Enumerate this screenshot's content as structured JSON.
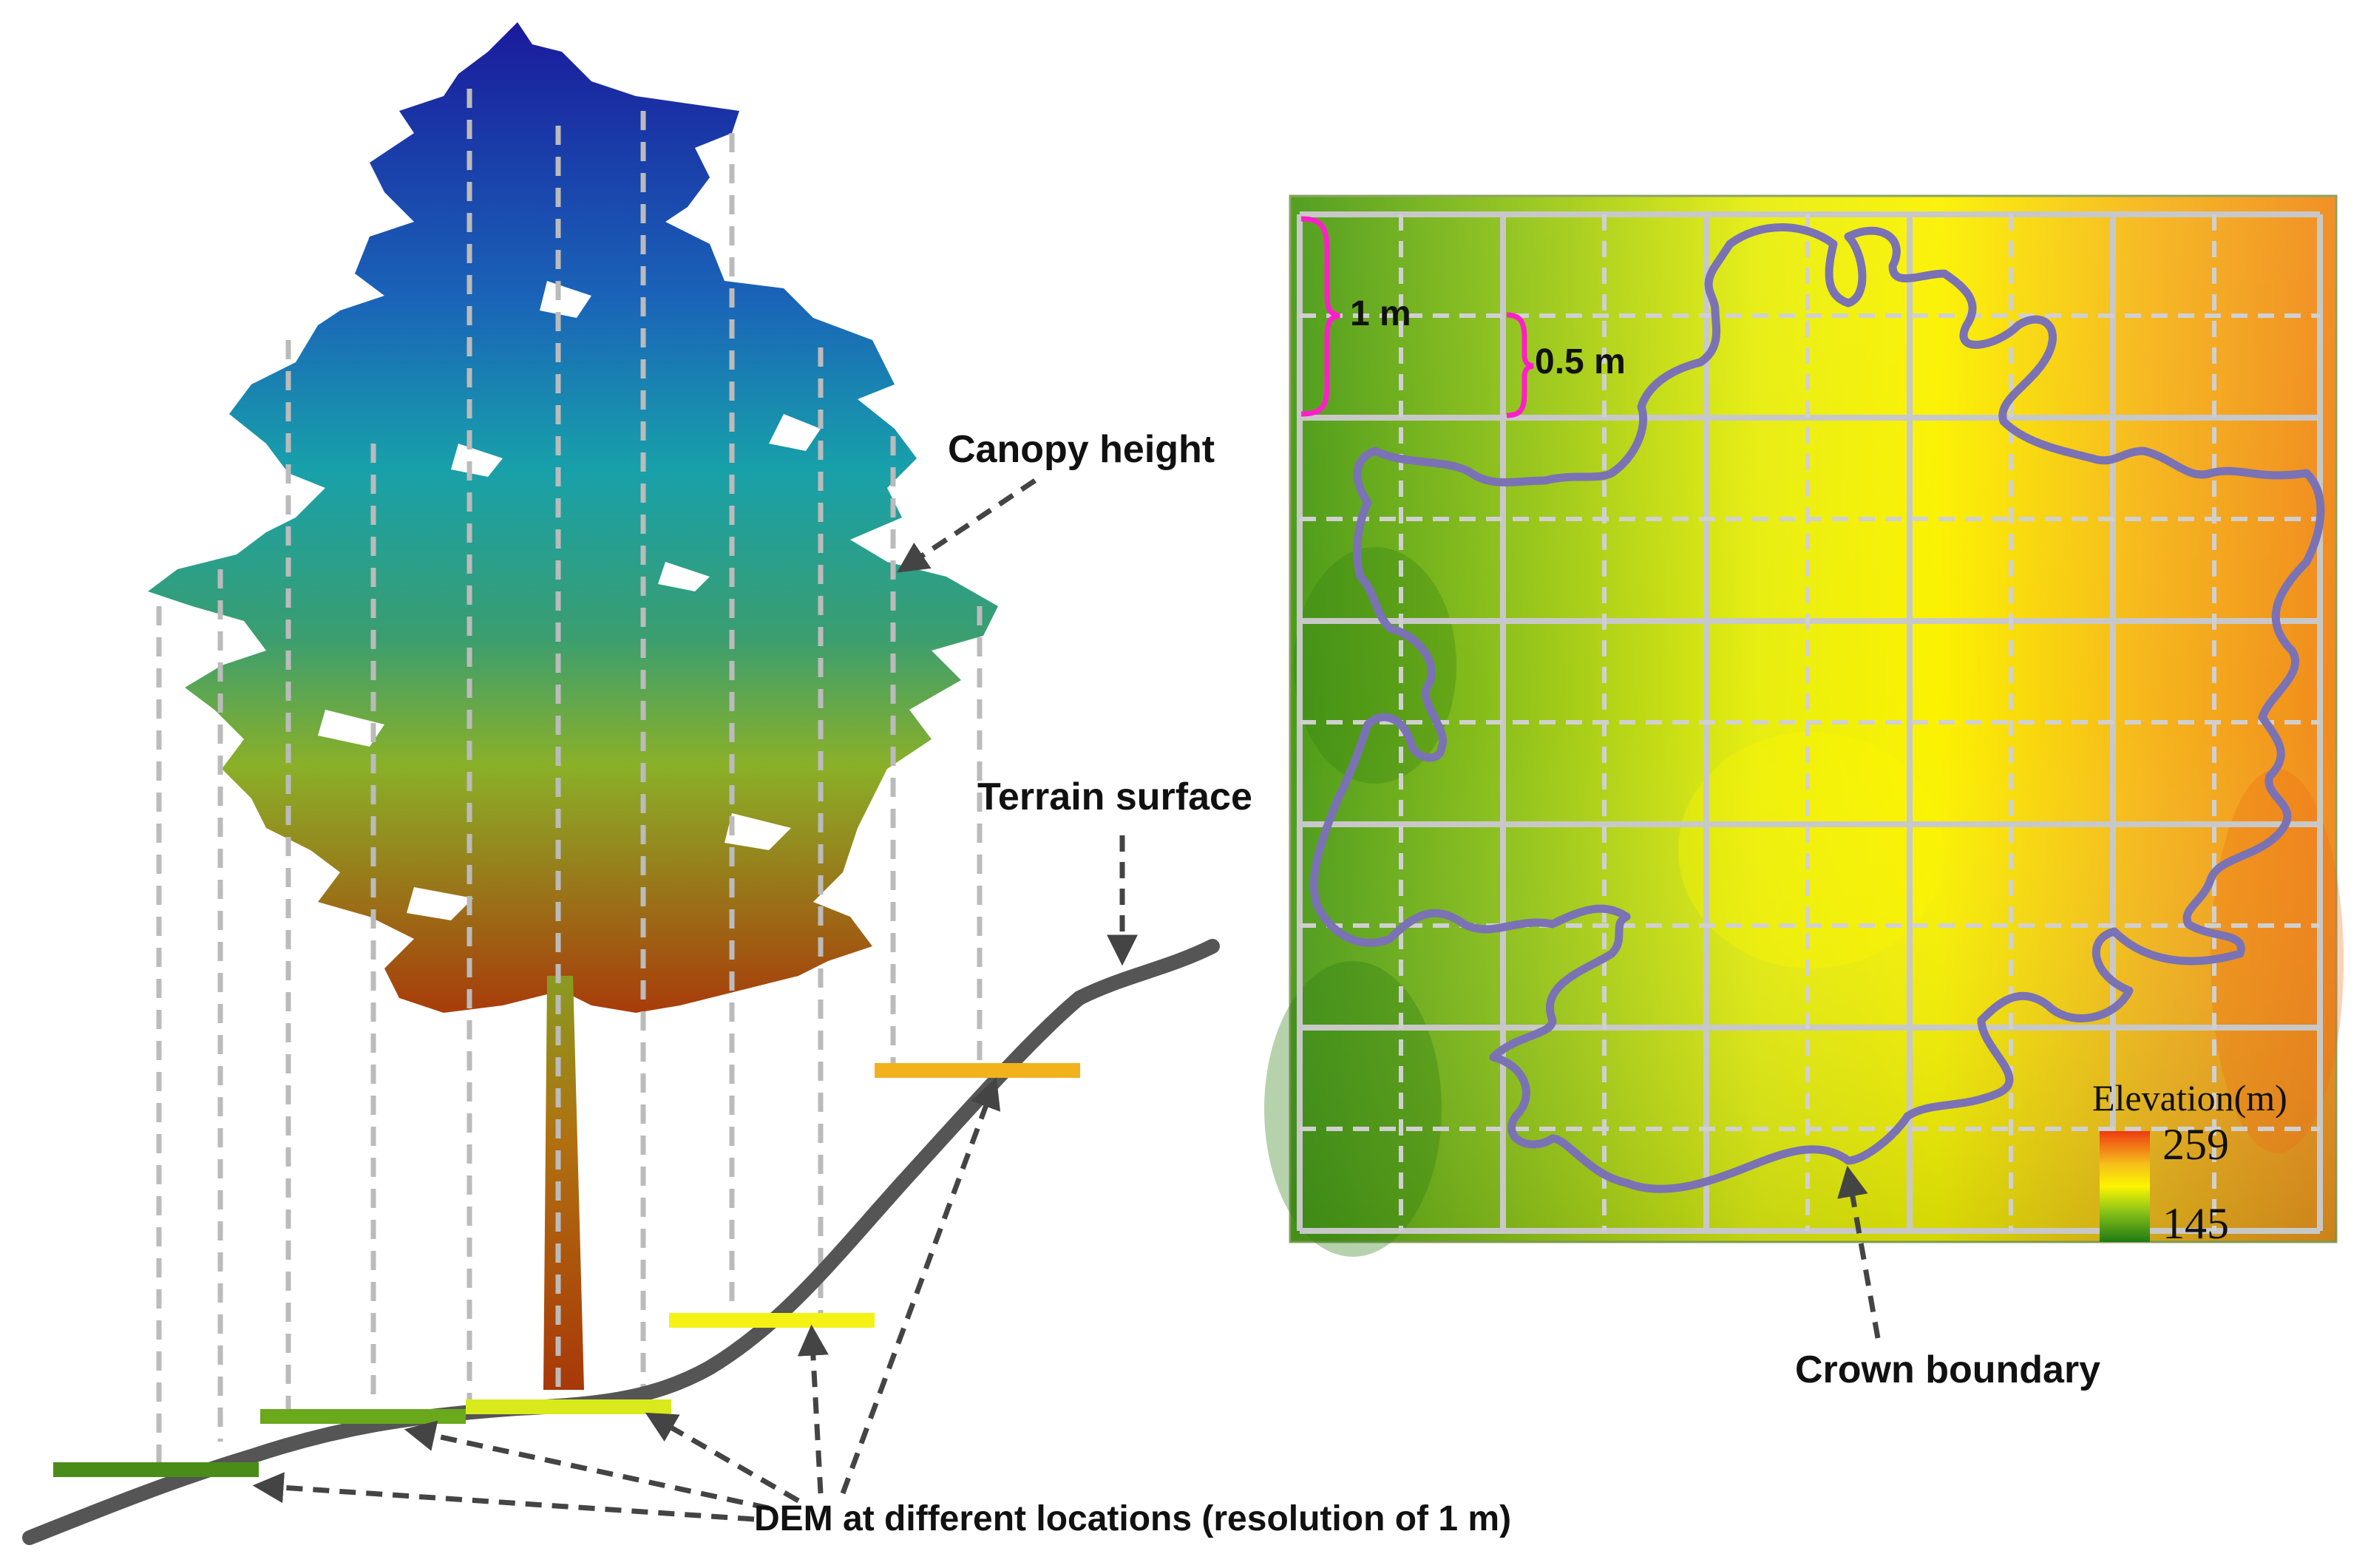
{
  "labels": {
    "canopy_height": "Canopy height",
    "terrain_surface": "Terrain surface",
    "dem_locations": "DEM at different locations (resolution of 1 m)",
    "crown_boundary": "Crown boundary",
    "grid_1m": "1 m",
    "grid_05m": "0.5 m"
  },
  "legend": {
    "title": "Elevation(m)",
    "max": "259",
    "min": "145",
    "colors": [
      "#ee3a10",
      "#f6c01c",
      "#fcf400",
      "#8cc418",
      "#1f7a14"
    ]
  },
  "colors": {
    "tree_top": "#1a1f9a",
    "tree_mid": "#1aa0a8",
    "tree_low": "#8ab428",
    "trunk": "#a8400c",
    "terrain": "#555555",
    "crown": "#7a72b4",
    "bracket": "#ff1fc8",
    "grid": "#cccccc"
  }
}
